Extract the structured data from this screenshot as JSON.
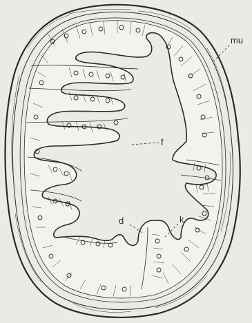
{
  "figure": {
    "labels": {
      "mu": "mu",
      "f": "f",
      "d": "d",
      "k": "k"
    },
    "colors": {
      "background": "#eceae6",
      "ink": "#2a2a2a",
      "tissue": "#f4f2ee",
      "lumen": "#eceae6"
    }
  }
}
